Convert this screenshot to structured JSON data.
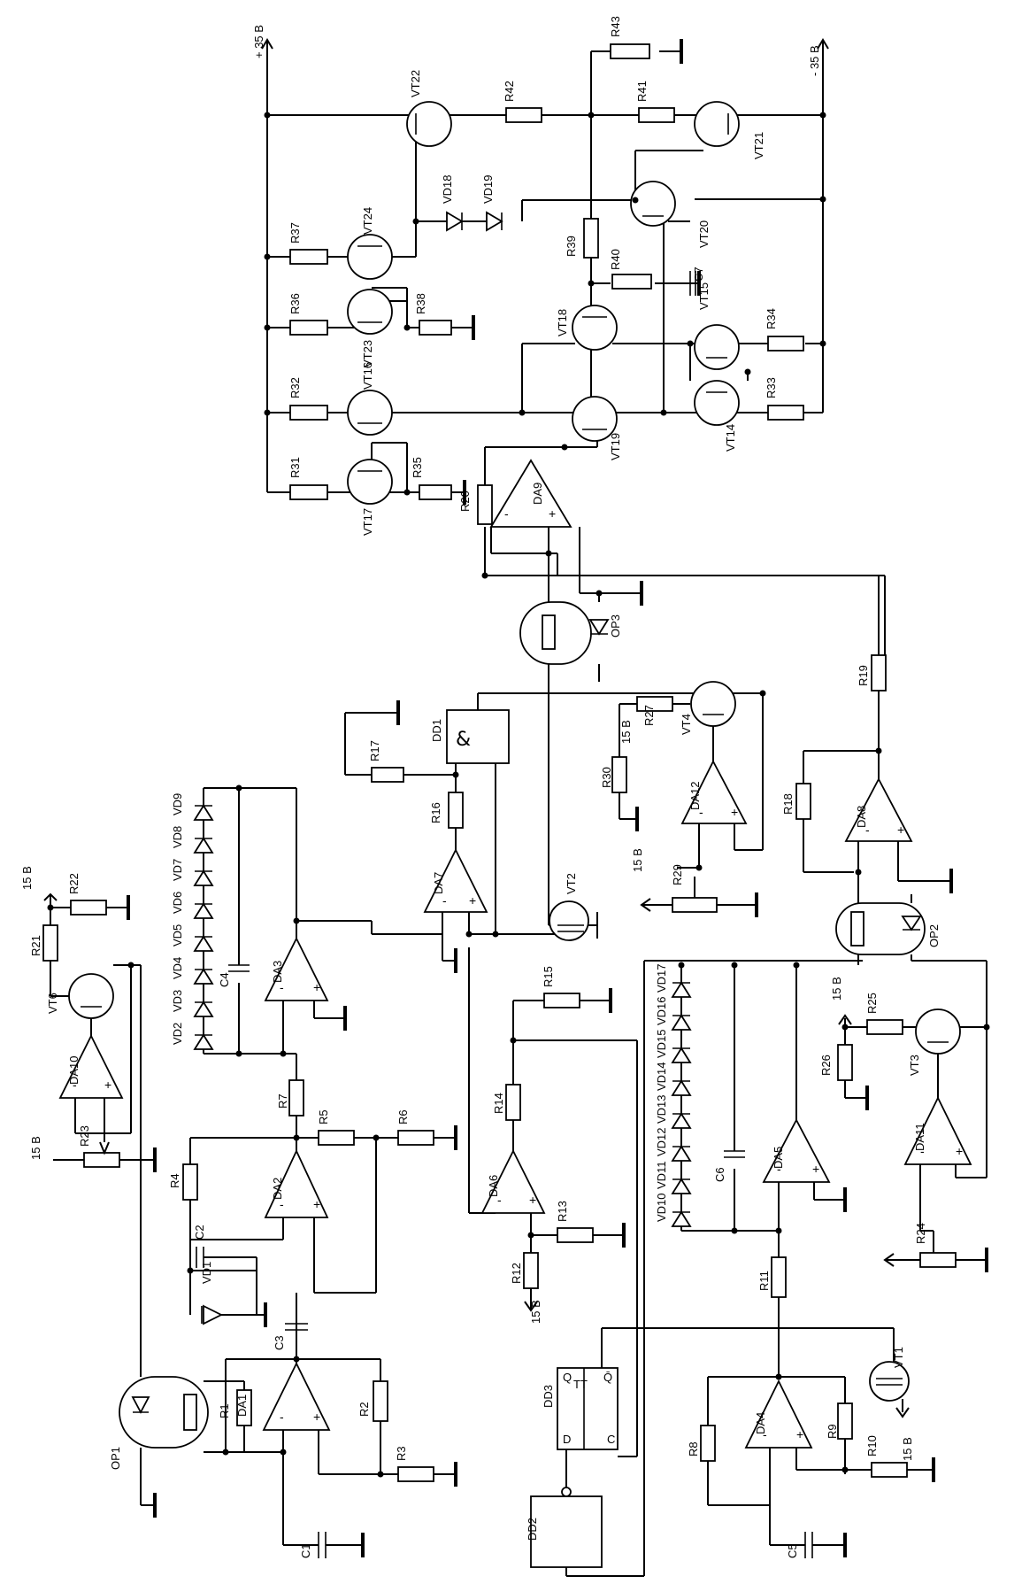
{
  "supplies": {
    "pos": "+ 35 В",
    "neg": "- 35 В",
    "v15": "15 В"
  },
  "signs": {
    "minus": "-",
    "plus": "+",
    "and": "&",
    "tt": "TT",
    "d": "D",
    "c": "C",
    "q": "Q",
    "qbar": "Q̄"
  },
  "resistors": [
    {
      "ref": "R1"
    },
    {
      "ref": "R2"
    },
    {
      "ref": "R3"
    },
    {
      "ref": "R4"
    },
    {
      "ref": "R5"
    },
    {
      "ref": "R6"
    },
    {
      "ref": "R7"
    },
    {
      "ref": "R8"
    },
    {
      "ref": "R9"
    },
    {
      "ref": "R10"
    },
    {
      "ref": "R11"
    },
    {
      "ref": "R12"
    },
    {
      "ref": "R13"
    },
    {
      "ref": "R14"
    },
    {
      "ref": "R15"
    },
    {
      "ref": "R16"
    },
    {
      "ref": "R17"
    },
    {
      "ref": "R18"
    },
    {
      "ref": "R19"
    },
    {
      "ref": "R20"
    },
    {
      "ref": "R21"
    },
    {
      "ref": "R22"
    },
    {
      "ref": "R23"
    },
    {
      "ref": "R24"
    },
    {
      "ref": "R25"
    },
    {
      "ref": "R26"
    },
    {
      "ref": "R27"
    },
    {
      "ref": "R29"
    },
    {
      "ref": "R30"
    },
    {
      "ref": "R31"
    },
    {
      "ref": "R32"
    },
    {
      "ref": "R33"
    },
    {
      "ref": "R34"
    },
    {
      "ref": "R35"
    },
    {
      "ref": "R36"
    },
    {
      "ref": "R37"
    },
    {
      "ref": "R38"
    },
    {
      "ref": "R39"
    },
    {
      "ref": "R40"
    },
    {
      "ref": "R41"
    },
    {
      "ref": "R42"
    },
    {
      "ref": "R43"
    }
  ],
  "capacitors": [
    {
      "ref": "C1"
    },
    {
      "ref": "C2"
    },
    {
      "ref": "C3"
    },
    {
      "ref": "C4"
    },
    {
      "ref": "C5"
    },
    {
      "ref": "C6"
    },
    {
      "ref": "C7"
    }
  ],
  "opamps": [
    {
      "ref": "DA1"
    },
    {
      "ref": "DA2"
    },
    {
      "ref": "DA3"
    },
    {
      "ref": "DA4"
    },
    {
      "ref": "DA5"
    },
    {
      "ref": "DA6"
    },
    {
      "ref": "DA7"
    },
    {
      "ref": "DA8"
    },
    {
      "ref": "DA9"
    },
    {
      "ref": "DA10"
    },
    {
      "ref": "DA11"
    },
    {
      "ref": "DA12"
    }
  ],
  "transistors": [
    {
      "ref": "VT1"
    },
    {
      "ref": "VT2"
    },
    {
      "ref": "VT3"
    },
    {
      "ref": "VT4"
    },
    {
      "ref": "VT6"
    },
    {
      "ref": "VT14"
    },
    {
      "ref": "VT15"
    },
    {
      "ref": "VT16"
    },
    {
      "ref": "VT17"
    },
    {
      "ref": "VT18"
    },
    {
      "ref": "VT19"
    },
    {
      "ref": "VT20"
    },
    {
      "ref": "VT21"
    },
    {
      "ref": "VT22"
    },
    {
      "ref": "VT23"
    },
    {
      "ref": "VT24"
    }
  ],
  "diodes": [
    {
      "ref": "VD1"
    },
    {
      "ref": "VD2"
    },
    {
      "ref": "VD3"
    },
    {
      "ref": "VD4"
    },
    {
      "ref": "VD5"
    },
    {
      "ref": "VD6"
    },
    {
      "ref": "VD7"
    },
    {
      "ref": "VD8"
    },
    {
      "ref": "VD9"
    },
    {
      "ref": "VD10"
    },
    {
      "ref": "VD11"
    },
    {
      "ref": "VD12"
    },
    {
      "ref": "VD13"
    },
    {
      "ref": "VD14"
    },
    {
      "ref": "VD15"
    },
    {
      "ref": "VD16"
    },
    {
      "ref": "VD17"
    },
    {
      "ref": "VD18"
    },
    {
      "ref": "VD19"
    }
  ],
  "optocouplers": [
    {
      "ref": "OP1"
    },
    {
      "ref": "OP2"
    },
    {
      "ref": "OP3"
    }
  ],
  "logic": [
    {
      "ref": "DD1"
    },
    {
      "ref": "DD2"
    },
    {
      "ref": "DD3"
    }
  ]
}
